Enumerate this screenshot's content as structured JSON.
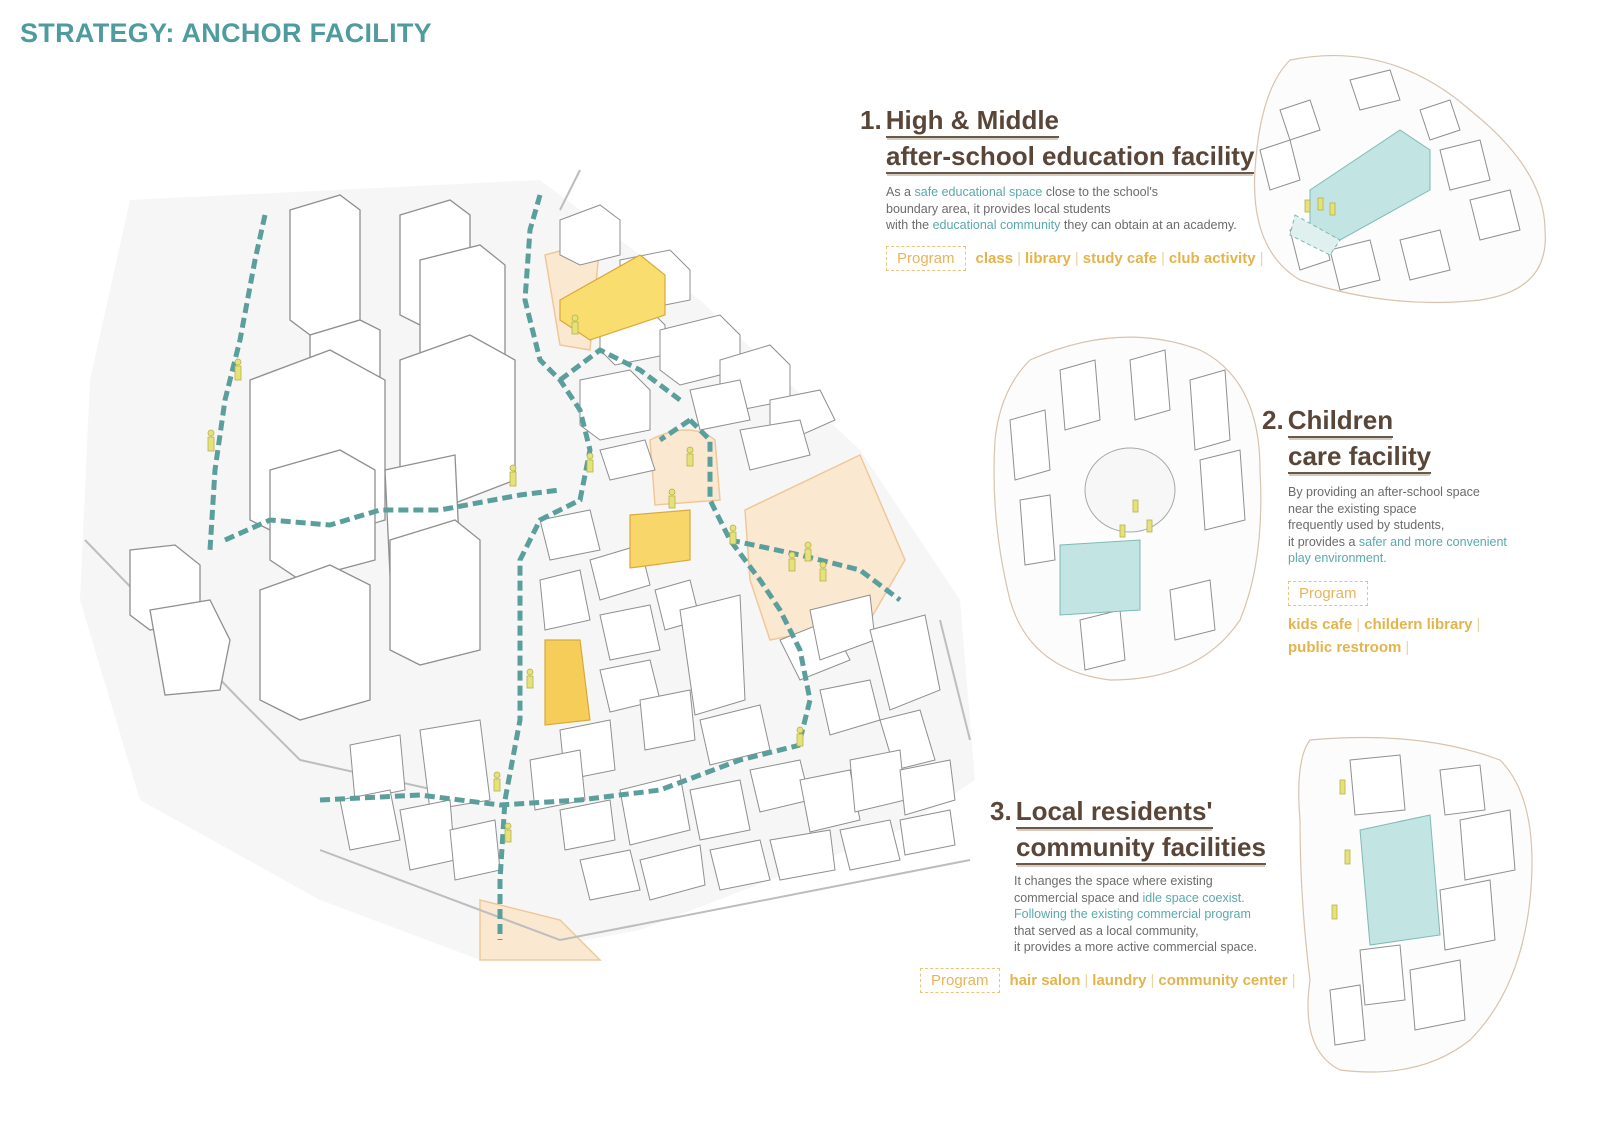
{
  "title": "STRATEGY: ANCHOR FACILITY",
  "colors": {
    "teal": "#4f9c9f",
    "path_teal": "#5a9f9c",
    "yellow": "#f8d66a",
    "facility_blue": "#bfe3e1",
    "sand": "#fbe7cf",
    "heading_brown": "#5a4638",
    "program_gold": "#e4b44c"
  },
  "facilities": [
    {
      "number": "1.",
      "title_line1": "High & Middle",
      "title_line2": "after-school education facility",
      "desc": {
        "l1_pre": "As a ",
        "l1_hl": "safe educational space",
        "l1_post": " close to the school's",
        "l2": "boundary area, it provides local students",
        "l3_pre": "with the ",
        "l3_hl": "educational community",
        "l3_post": " they can obtain at an academy."
      },
      "program_label": "Program",
      "program_items": [
        "class",
        "library",
        "study cafe",
        "club activity"
      ]
    },
    {
      "number": "2.",
      "title_line1": "Children",
      "title_line2": "care facility",
      "desc": {
        "l1": "By providing an after-school space",
        "l2": "near the existing space",
        "l3": "frequently used by students,",
        "l4_pre": "it provides a ",
        "l4_hl": "safer and more convenient",
        "l5_hl": "play environment."
      },
      "program_label": "Program",
      "program_items_row1": [
        "kids cafe",
        "childern library"
      ],
      "program_items_row2": [
        "public restroom"
      ]
    },
    {
      "number": "3.",
      "title_line1": "Local residents'",
      "title_line2": "community facilities",
      "desc": {
        "l1": "It changes the space where existing",
        "l2_pre": "commercial space and ",
        "l2_hl": "idle space coexist.",
        "l3_hl": "Following the existing commercial program",
        "l4": "that served as a local community,",
        "l5": "it provides a more active commercial space."
      },
      "program_label": "Program",
      "program_items": [
        "hair salon",
        "laundry",
        "community center"
      ]
    }
  ]
}
